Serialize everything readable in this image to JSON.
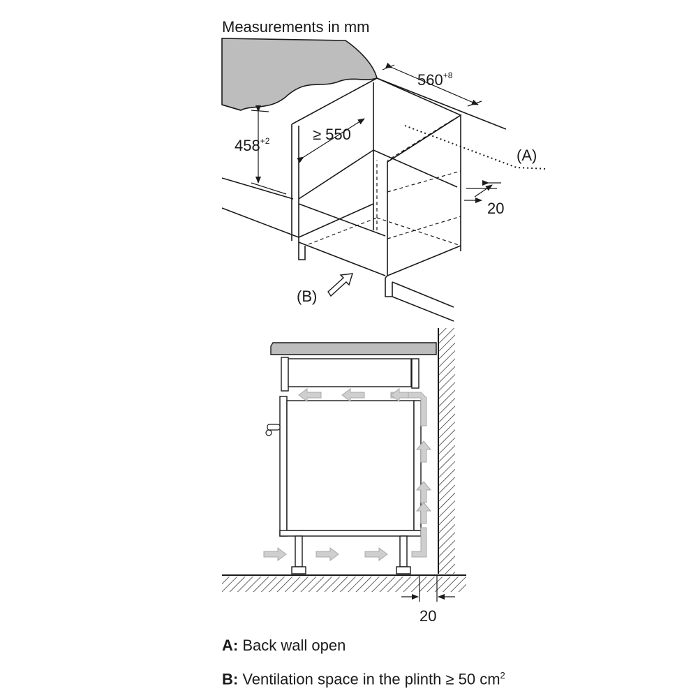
{
  "title": "Measurements in mm",
  "top_view": {
    "dim_width": "560",
    "dim_width_tol": "+8",
    "dim_depth": "≥ 550",
    "dim_height": "458",
    "dim_height_tol": "+2",
    "dim_gap": "20",
    "label_a": "(A)",
    "label_b": "(B)"
  },
  "side_view": {
    "dim_gap": "20"
  },
  "legend": {
    "a_key": "A:",
    "a_text": "Back wall open",
    "b_key": "B:",
    "b_text": "Ventilation space in the plinth ≥ 50 cm",
    "b_sup": "2"
  }
}
